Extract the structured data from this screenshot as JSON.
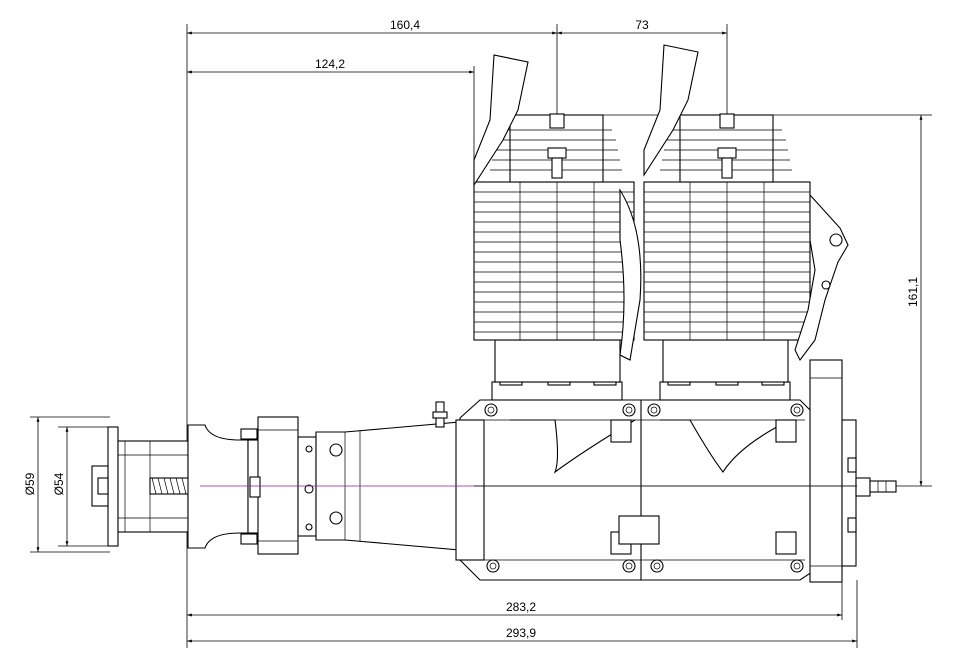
{
  "dimensions": {
    "top_total": "160,4",
    "top_right": "73",
    "top_inner": "124,2",
    "height_right": "161,1",
    "diameter_outer": "Ø59",
    "diameter_inner": "Ø54",
    "bottom_inner": "283,2",
    "bottom_total": "293,9"
  }
}
